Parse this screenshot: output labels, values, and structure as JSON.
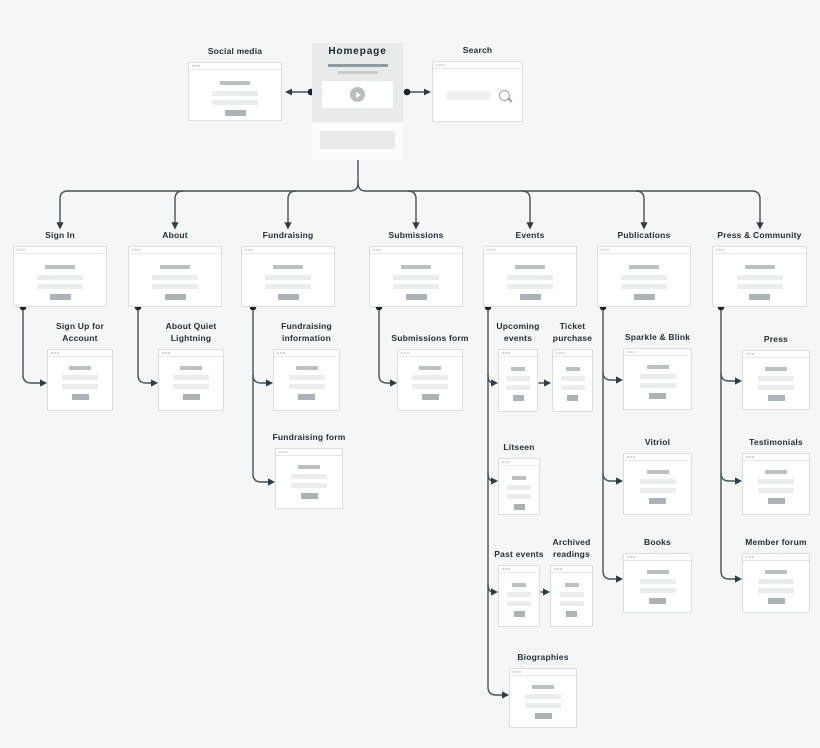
{
  "diagram": {
    "type": "sitemap",
    "colors": {
      "background": "#f5f6f6",
      "connector": "#42545d",
      "dot": "#17262e",
      "label": "#20303a",
      "box_border": "#d9dee1",
      "box_fill": "#ffffff",
      "panel_fill": "#e8ebec",
      "skeleton_light": "#e9edee",
      "skeleton_medium": "#b9c1c4",
      "skeleton_dark": "#a9b3b8"
    },
    "icons": {
      "homepage_video": "play-icon",
      "search_field": "search-icon",
      "browser_window": "window-dots-icon"
    },
    "nodes": {
      "social_media": {
        "label": "Social media"
      },
      "homepage": {
        "label": "Homepage"
      },
      "search": {
        "label": "Search"
      },
      "sign_in": {
        "label": "Sign In"
      },
      "about": {
        "label": "About"
      },
      "fundraising": {
        "label": "Fundraising"
      },
      "submissions": {
        "label": "Submissions"
      },
      "events": {
        "label": "Events"
      },
      "publications": {
        "label": "Publications"
      },
      "press_community": {
        "label": "Press & Community"
      },
      "sign_up_for_account": {
        "label": "Sign Up for\nAccount"
      },
      "about_quiet_lightning": {
        "label": "About Quiet\nLightning"
      },
      "fundraising_information": {
        "label": "Fundraising\ninformation"
      },
      "submissions_form": {
        "label": "Submissions form"
      },
      "upcoming_events": {
        "label": "Upcoming\nevents"
      },
      "ticket_purchase": {
        "label": "Ticket\npurchase"
      },
      "sparkle_blink": {
        "label": "Sparkle & Blink"
      },
      "press": {
        "label": "Press"
      },
      "fundraising_form": {
        "label": "Fundraising form"
      },
      "litseen": {
        "label": "Litseen"
      },
      "vitriol": {
        "label": "Vitriol"
      },
      "testimonials": {
        "label": "Testimonials"
      },
      "past_events": {
        "label": "Past events"
      },
      "archived_readings": {
        "label": "Archived\nreadings"
      },
      "books": {
        "label": "Books"
      },
      "member_forum": {
        "label": "Member forum"
      },
      "biographies": {
        "label": "Biographies"
      }
    },
    "edges": [
      {
        "from": "homepage",
        "to": "social_media"
      },
      {
        "from": "homepage",
        "to": "search"
      },
      {
        "from": "homepage",
        "to": "sign_in"
      },
      {
        "from": "homepage",
        "to": "about"
      },
      {
        "from": "homepage",
        "to": "fundraising"
      },
      {
        "from": "homepage",
        "to": "submissions"
      },
      {
        "from": "homepage",
        "to": "events"
      },
      {
        "from": "homepage",
        "to": "publications"
      },
      {
        "from": "homepage",
        "to": "press_community"
      },
      {
        "from": "sign_in",
        "to": "sign_up_for_account"
      },
      {
        "from": "about",
        "to": "about_quiet_lightning"
      },
      {
        "from": "fundraising",
        "to": "fundraising_information"
      },
      {
        "from": "fundraising",
        "to": "fundraising_form"
      },
      {
        "from": "submissions",
        "to": "submissions_form"
      },
      {
        "from": "events",
        "to": "upcoming_events"
      },
      {
        "from": "upcoming_events",
        "to": "ticket_purchase"
      },
      {
        "from": "events",
        "to": "litseen"
      },
      {
        "from": "events",
        "to": "past_events"
      },
      {
        "from": "past_events",
        "to": "archived_readings"
      },
      {
        "from": "events",
        "to": "biographies"
      },
      {
        "from": "publications",
        "to": "sparkle_blink"
      },
      {
        "from": "publications",
        "to": "vitriol"
      },
      {
        "from": "publications",
        "to": "books"
      },
      {
        "from": "press_community",
        "to": "press"
      },
      {
        "from": "press_community",
        "to": "testimonials"
      },
      {
        "from": "press_community",
        "to": "member_forum"
      }
    ]
  }
}
